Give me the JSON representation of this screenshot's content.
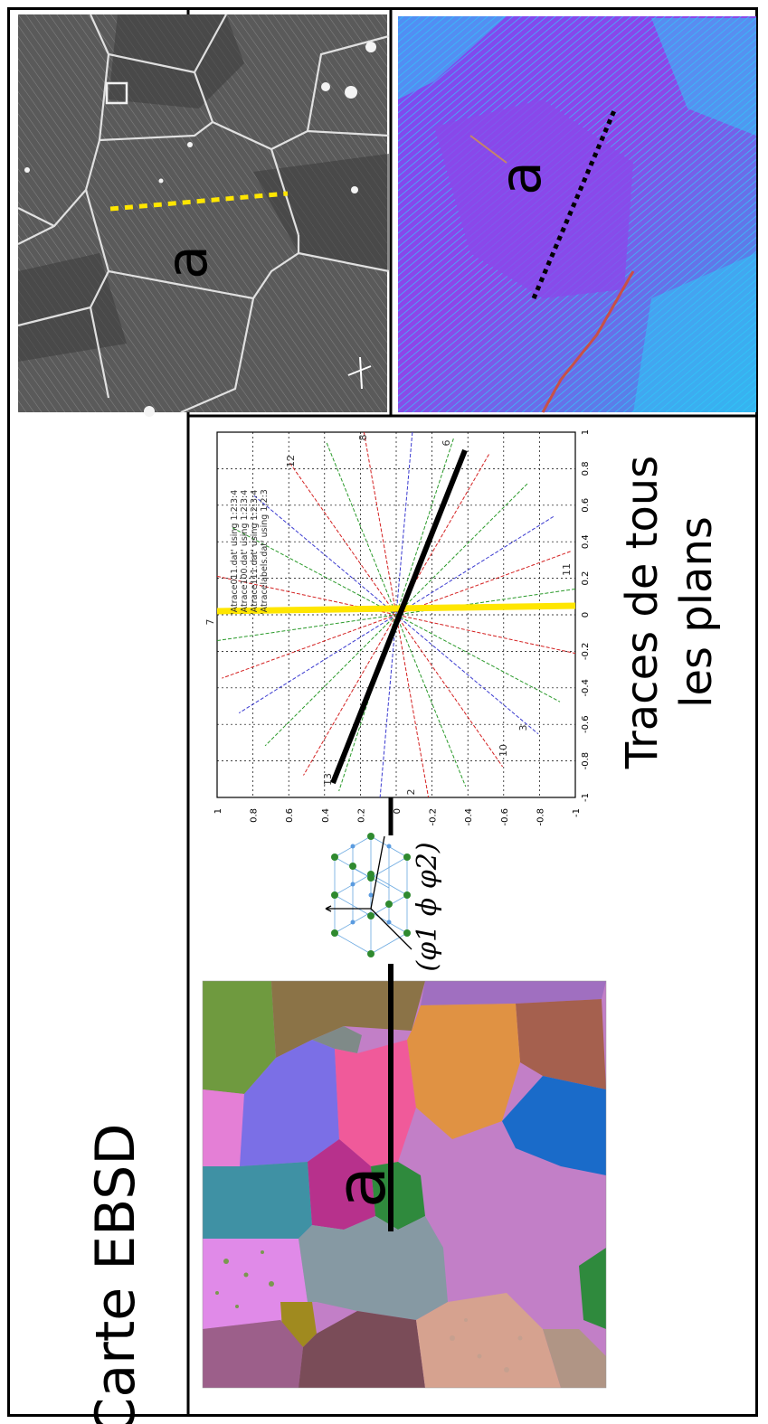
{
  "ebsd_panel": {
    "label": "Carte EBSD",
    "grain_marker": "a"
  },
  "orientation": {
    "euler": [
      "φ1",
      "ϕ",
      "φ2"
    ]
  },
  "traces_panel": {
    "label_line1": "Traces de tous",
    "label_line2": "les plans",
    "legend": [
      "'Atrace011.dat' using 1:2:3:4",
      "'Atrace100.dat' using 1:2:3:4",
      "'Atrace111.dat' using 1:2:3:4",
      "'Atracelabels.dat' using 1:2:3"
    ],
    "axis_ticks_x": [
      "-1",
      "-0.8",
      "-0.6",
      "-0.4",
      "-0.2",
      "0",
      "0.2",
      "0.4",
      "0.6",
      "0.8",
      "1"
    ],
    "axis_ticks_y": [
      "1",
      "0.8",
      "0.6",
      "0.4",
      "0.2",
      "0",
      "-0.2",
      "-0.4",
      "-0.6",
      "-0.8",
      "-1"
    ],
    "trace_labels": [
      "13",
      "12",
      "8",
      "6",
      "11",
      "10",
      "3",
      "7",
      "2"
    ],
    "colors": {
      "family011": "#d42020",
      "family100": "#2a9a2a",
      "family111": "#3a3ad0",
      "highlight": "#ffe600"
    }
  },
  "micrographs": {
    "sem_marker": "a",
    "ori_marker": "a"
  }
}
